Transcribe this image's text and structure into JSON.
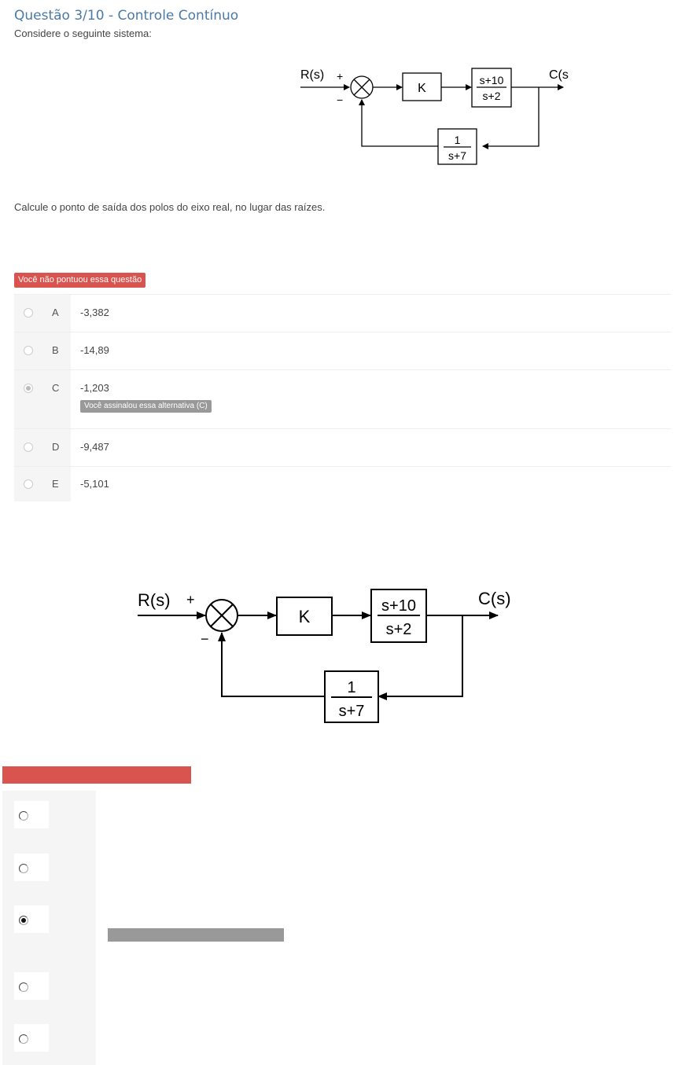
{
  "question": {
    "title": "Questão 3/10 - Controle Contínuo",
    "intro": "Considere o seguinte sistema:",
    "text": "Calcule o ponto de saída dos polos do eixo real, no lugar das raízes."
  },
  "diagram": {
    "input": "R(s)",
    "output": "C(s)",
    "plus": "+",
    "minus": "−",
    "gain": "K",
    "plant_num": "s+10",
    "plant_den": "s+2",
    "feedback_num": "1",
    "feedback_den": "s+7"
  },
  "result_badge": "Você não pontuou essa questão",
  "options": [
    {
      "letter": "A",
      "value": "-3,382",
      "selected": false
    },
    {
      "letter": "B",
      "value": "-14,89",
      "selected": false
    },
    {
      "letter": "C",
      "value": "-1,203",
      "selected": true
    },
    {
      "letter": "D",
      "value": "-9,487",
      "selected": false
    },
    {
      "letter": "E",
      "value": "-5,101",
      "selected": false
    }
  ],
  "selected_badge": "Você assinalou essa alternativa (C)",
  "colors": {
    "title": "#4a7aa8",
    "error": "#d9534f",
    "muted": "#999999"
  }
}
